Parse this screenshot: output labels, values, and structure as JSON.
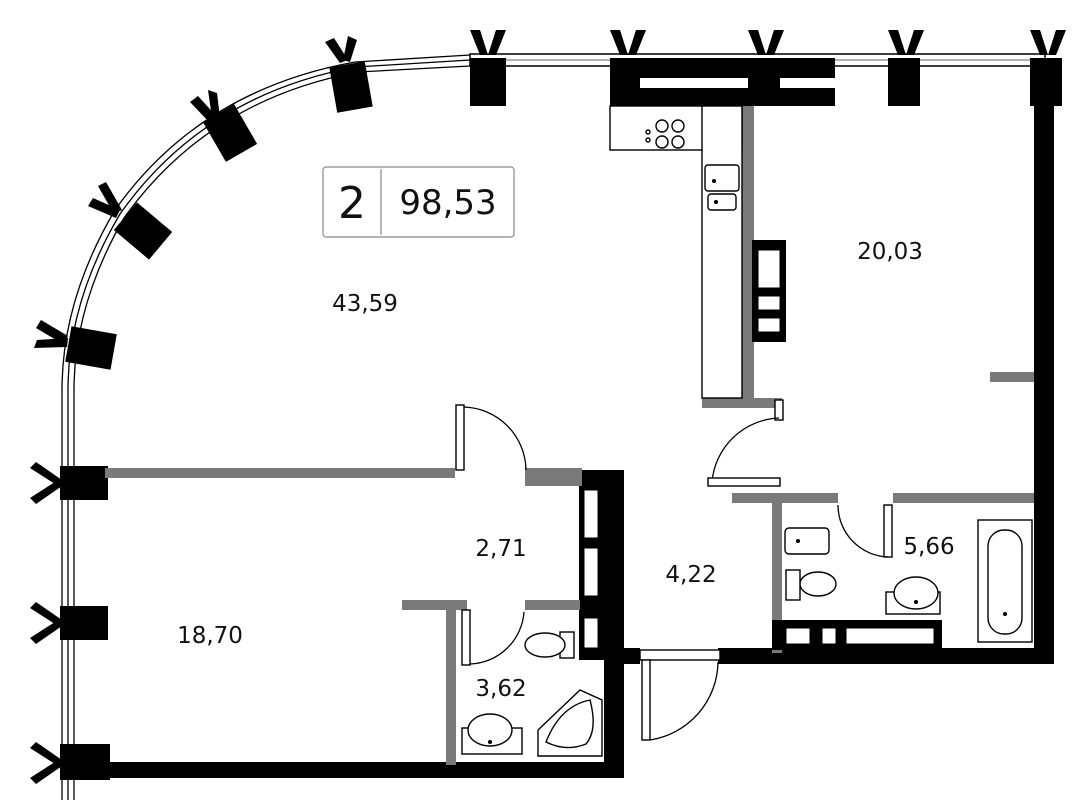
{
  "apartment": {
    "rooms_count": "2",
    "total_area": "98,53"
  },
  "rooms": {
    "living_kitchen": "43,59",
    "bedroom": "20,03",
    "room": "18,70",
    "hall_small": "2,71",
    "corridor": "4,22",
    "bathroom_main": "5,66",
    "bathroom_small": "3,62"
  },
  "colors": {
    "wall": "#000000",
    "partition": "#7a7a7a",
    "background": "#ffffff"
  }
}
